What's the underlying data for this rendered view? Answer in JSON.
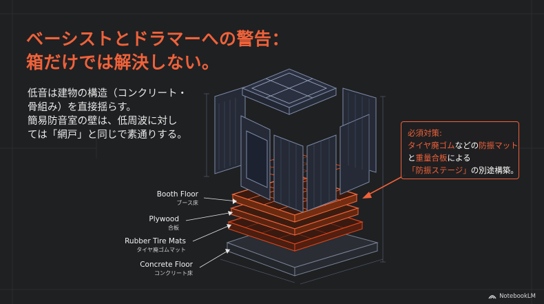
{
  "title": {
    "line1": "ベーシストとドラマーへの警告：",
    "line2": "箱だけでは解決しない。"
  },
  "body": {
    "lines": [
      "低音は建物の構造（コンクリート・",
      "骨組み）を直接揺らす。",
      "簡易防音室の壁は、低周波に対し",
      "ては「網戸」と同じで素通りする。"
    ]
  },
  "callout": {
    "heading": "必須対策:",
    "l2a": "タイヤ廃ゴム",
    "l2b": "などの",
    "l2c": "防振マット",
    "l3a": "と",
    "l3b": "重量合板",
    "l3c": "による",
    "l4a": "「防振ステージ」",
    "l4b": "の別途構築。"
  },
  "layers": [
    {
      "en": "Booth Floor",
      "jp": "ブース床"
    },
    {
      "en": "Plywood",
      "jp": "合板"
    },
    {
      "en": "Rubber Tire Mats",
      "jp": "タイヤ廃ゴムマット"
    },
    {
      "en": "Concrete Floor",
      "jp": "コンクリート床"
    }
  ],
  "brand": {
    "name": "NotebookLM"
  },
  "colors": {
    "accent": "#f0623a",
    "background": "#1f2022",
    "wireframe": "#6f7c95",
    "layer_glow": "#e2461c"
  }
}
